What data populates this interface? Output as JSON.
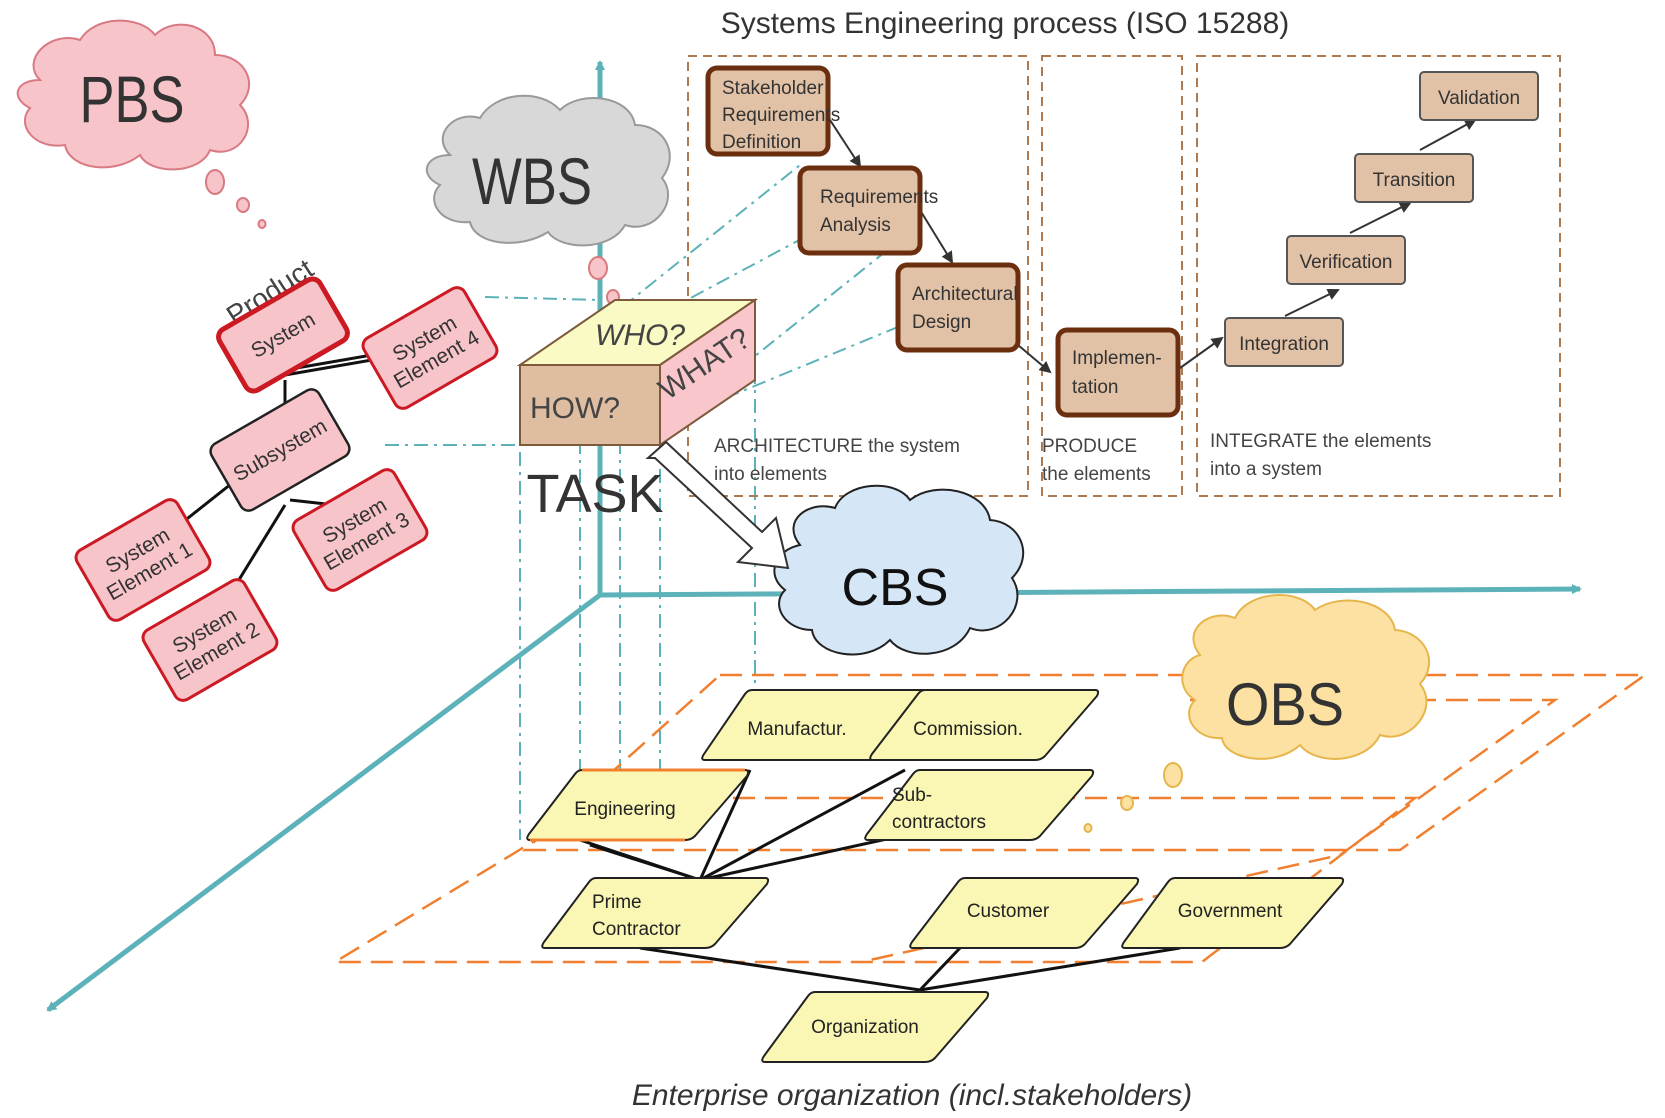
{
  "title": "Systems Engineering process (ISO 15288)",
  "footer": "Enterprise organization  (incl.stakeholders)",
  "clouds": {
    "pbs": "PBS",
    "wbs": "WBS",
    "cbs": "CBS",
    "obs": "OBS"
  },
  "product_label": "Product",
  "pbs_nodes": {
    "system": "System",
    "subsystem": "Subsystem",
    "e1a": "System",
    "e1b": "Element 1",
    "e2a": "System",
    "e2b": "Element 2",
    "e3a": "System",
    "e3b": "Element 3",
    "e4a": "System",
    "e4b": "Element 4"
  },
  "task": {
    "who": "WHO?",
    "what": "WHAT?",
    "how": "HOW?",
    "label": "TASK"
  },
  "se_process": {
    "stakeholder": [
      "Stakeholder",
      "Requirements",
      "Definition"
    ],
    "req_analysis": [
      "Requirements",
      "Analysis"
    ],
    "arch_design": [
      "Architectural",
      "Design"
    ],
    "implementation": [
      "Implemen-",
      "tation"
    ],
    "integration": "Integration",
    "verification": "Verification",
    "transition": "Transition",
    "validation": "Validation"
  },
  "phase_captions": {
    "architecture": [
      "ARCHITECTURE  the system",
      "into elements"
    ],
    "produce": [
      "PRODUCE",
      "the elements"
    ],
    "integrate": [
      "INTEGRATE  the elements",
      "into a system"
    ]
  },
  "obs_nodes": {
    "manufactur": "Manufactur.",
    "commission": "Commission.",
    "engineering": "Engineering",
    "subcontractors": [
      "Sub-",
      "contractors"
    ],
    "prime": [
      "Prime",
      "Contractor"
    ],
    "customer": "Customer",
    "government": "Government",
    "organization": "Organization"
  },
  "colors": {
    "axis": "#5cb2b8",
    "pbs_fill": "#f7c5c9",
    "pbs_border": "#cc1a24",
    "wbs_fill": "#d8d8d8",
    "cbs_fill": "#d5e6f7",
    "obs_fill": "#fde1a2",
    "se_fill": "#e2c2a6",
    "se_border": "#6b2f10",
    "obs_node_fill": "#faf7b4",
    "obs_plane": "#f08030",
    "task_top": "#fafac4",
    "task_front": "#dfbda0",
    "task_side": "#f9c6cb"
  }
}
